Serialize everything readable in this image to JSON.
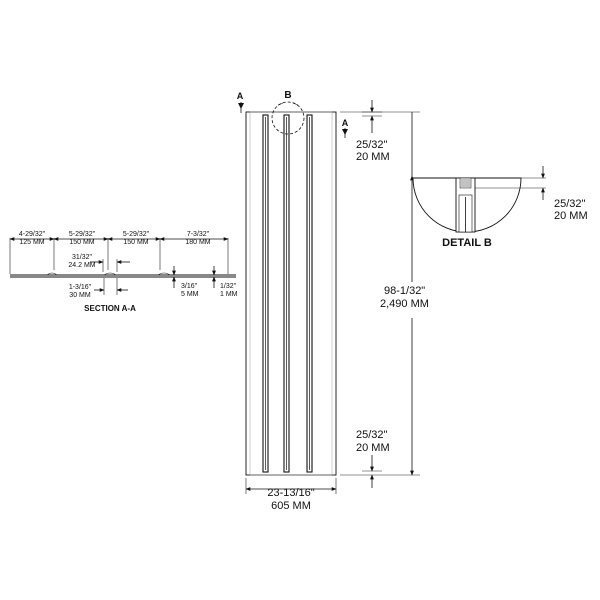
{
  "markers": {
    "section_arrow_top": "A",
    "section_arrow_right": "A",
    "detail_marker": "B"
  },
  "main": {
    "width_in": "23-13/16\"",
    "width_mm": "605 MM",
    "height_in": "98-1/32\"",
    "height_mm": "2,490 MM",
    "top_inset_in": "25/32\"",
    "top_inset_mm": "20 MM",
    "bottom_inset_in": "25/32\"",
    "bottom_inset_mm": "20 MM"
  },
  "detail_b": {
    "title": "DETAIL B",
    "dim_in": "25/32\"",
    "dim_mm": "20 MM"
  },
  "section_aa": {
    "title": "SECTION A-A",
    "d1_in": "4-29/32\"",
    "d1_mm": "125 MM",
    "d2_in": "5-29/32\"",
    "d2_mm": "150 MM",
    "d3_in": "5-29/32\"",
    "d3_mm": "150 MM",
    "d4_in": "7-3/32\"",
    "d4_mm": "180 MM",
    "groove_in": "31/32\"",
    "groove_mm": "24.2 MM",
    "bottom_in": "1-3/16\"",
    "bottom_mm": "30 MM",
    "depth_in": "3/16\"",
    "depth_mm": "5 MM",
    "edge_in": "1/32\"",
    "edge_mm": "1 MM"
  }
}
